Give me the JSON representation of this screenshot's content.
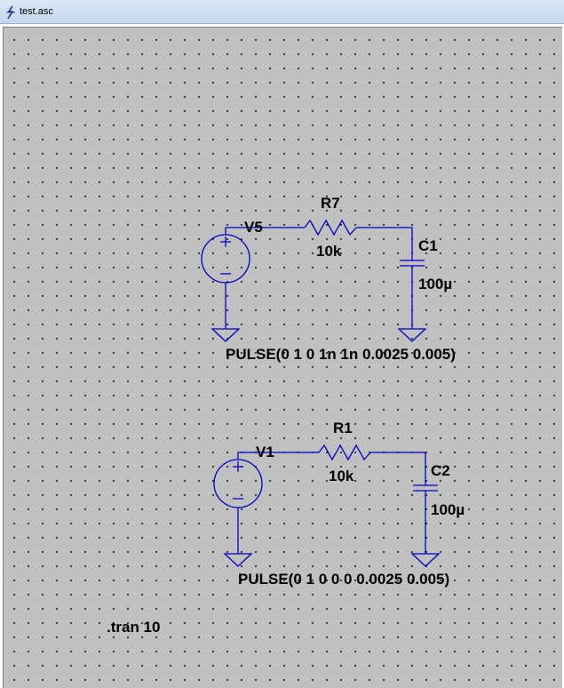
{
  "window": {
    "title": "test.asc",
    "icon": "ltspice-app-icon"
  },
  "circuit_top": {
    "source_name": "V5",
    "source_value": "PULSE(0 1 0 1n 1n 0.0025 0.005)",
    "resistor_name": "R7",
    "resistor_value": "10k",
    "capacitor_name": "C1",
    "capacitor_value": "100µ"
  },
  "circuit_bottom": {
    "source_name": "V1",
    "source_value": "PULSE(0 1 0 0 0 0.0025 0.005)",
    "resistor_name": "R1",
    "resistor_value": "10k",
    "capacitor_name": "C2",
    "capacitor_value": "100µ"
  },
  "directive": ".tran 10",
  "colors": {
    "wire": "#0000c8",
    "canvas_background": "#c0c0c0",
    "grid_dot": "#000000",
    "text": "#000000"
  }
}
